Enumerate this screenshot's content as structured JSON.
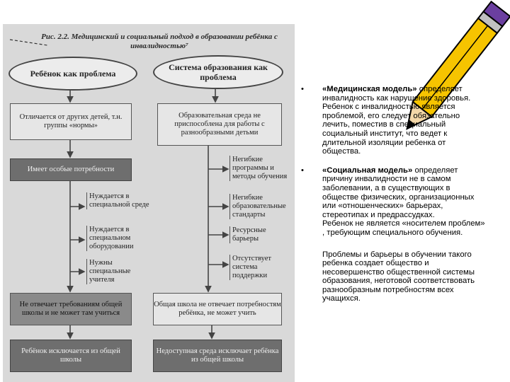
{
  "figure": {
    "caption": "Рис. 2.2. Медицинский и социальный подход в образовании ребёнка с инвалидностью⁷",
    "left_oval": "Ребёнок как проблема",
    "right_oval": "Система образования как проблема",
    "left_box1": "Отличается от других детей, т.н. группы «нормы»",
    "right_box1": "Образовательная среда не приспособлена для работы с разнообразными детьми",
    "left_box2": "Имеет особые потребности",
    "left_needs": [
      "Нуждается в специальной среде",
      "Нуждается в специальном оборудовании",
      "Нужны специальные учителя"
    ],
    "right_notes": [
      "Негибкие программы и методы обучения",
      "Негибкие образователь­ные стандарты",
      "Ресурсные барьеры",
      "Отсутствует система поддержки"
    ],
    "left_box3": "Не отвечает требованиям общей школы и не может там учиться",
    "right_box3": "Общая школа не отвечает потребностям ребёнка, не может учить",
    "left_box4": "Ребёнок исключается из общей школы",
    "right_box4": "Недоступная среда исключает ребёнка из общей школы"
  },
  "bullets": {
    "bullet_symbol": "•",
    "medical": {
      "title": "«Медицинская модель»",
      "line1": "определяет инвалидность как нарушение здоровья.",
      "line2": " Ребенок с инвалидностью является проблемой, его следует обязательно лечить, поместив в специальный социальный институт, что ведет к длительной изоляции ребенка от общества."
    },
    "social": {
      "title": "«Социальная модель»",
      "line1": "определяет причину инвалидности не в самом заболевании, а в существующих в обществе физических, организационных или «отношенческих» барьерах, стереотипах и предрассудках.",
      "line2": " Ребенок не является «носителем проблем» , требующим специального обучения."
    },
    "closing": " Проблемы и барьеры в обучении такого ребенка создает общество и несовершенство общественной системы образования, неготовой соответствовать разнообразным потребностям всех учащихся."
  }
}
